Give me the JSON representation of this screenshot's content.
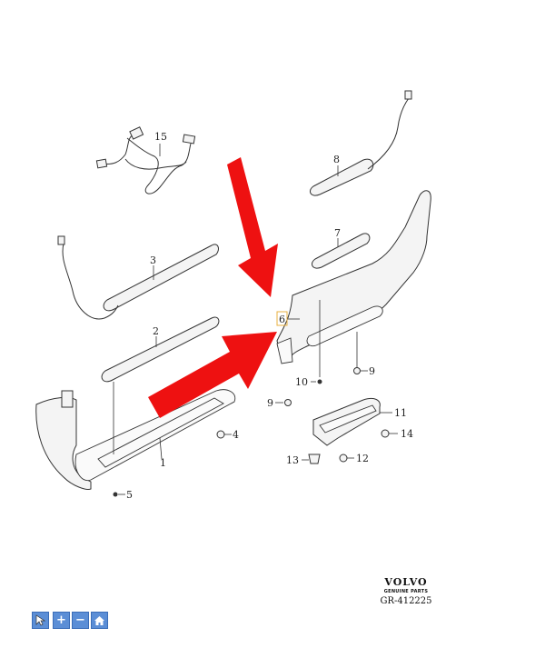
{
  "callouts": {
    "c1": "1",
    "c2": "2",
    "c3": "3",
    "c4": "4",
    "c5": "5",
    "c6": "6",
    "c7": "7",
    "c8": "8",
    "c9a": "9",
    "c9b": "9",
    "c10": "10",
    "c11": "11",
    "c12": "12",
    "c13": "13",
    "c14": "14",
    "c15": "15"
  },
  "brand": {
    "name": "VOLVO",
    "subtitle": "GENUINE PARTS",
    "code": "GR-412225"
  },
  "colors": {
    "arrow": "#ee1111",
    "highlight_box": "#e8b040",
    "toolbar_button": "#5b8ed6"
  },
  "toolbar": {
    "buttons": [
      {
        "icon": "pointer-icon"
      },
      {
        "icon": "zoom-in-icon"
      },
      {
        "icon": "zoom-out-icon"
      },
      {
        "icon": "home-icon"
      }
    ]
  }
}
